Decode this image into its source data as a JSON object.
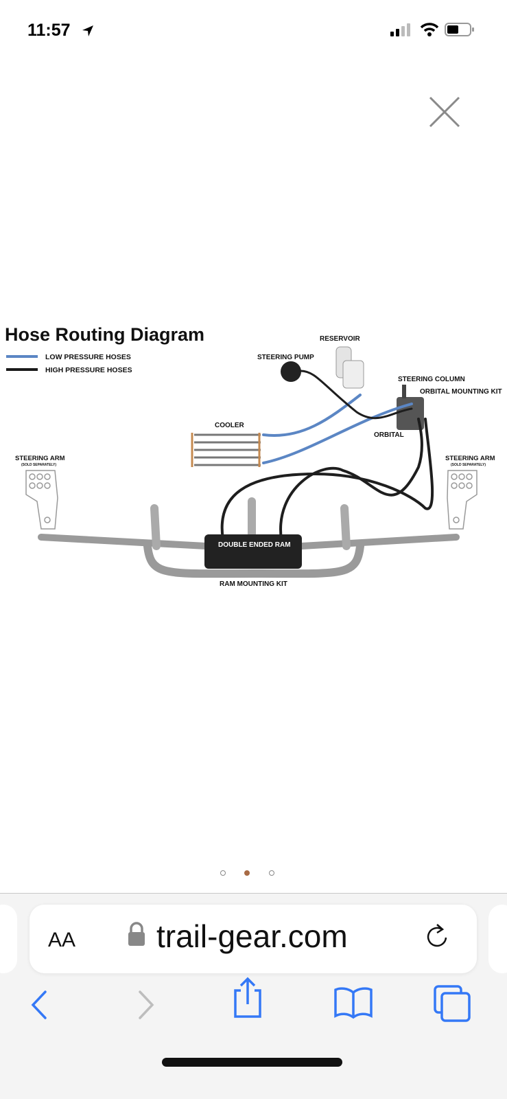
{
  "status_bar": {
    "time": "11:57",
    "icons": [
      "location-arrow-icon",
      "cellular-signal-icon",
      "wifi-icon",
      "battery-icon"
    ]
  },
  "viewer": {
    "close_icon": "close-icon",
    "page_count": 3,
    "current_page": 2,
    "active_dot_color": "#a86b45"
  },
  "diagram": {
    "title": "Hose Routing Diagram",
    "legend": [
      {
        "label": "LOW PRESSURE HOSES",
        "color": "#5b86c4"
      },
      {
        "label": "HIGH PRESSURE HOSES",
        "color": "#1a1a1a"
      }
    ],
    "labels": {
      "reservoir": "RESERVOIR",
      "steering_pump": "STEERING PUMP",
      "steering_column": "STEERING COLUMN",
      "orbital_mounting_kit": "ORBITAL MOUNTING KIT",
      "cooler": "COOLER",
      "orbital": "ORBITAL",
      "steering_arm_left": "STEERING ARM",
      "steering_arm_left_note": "(SOLD SEPARATELY)",
      "steering_arm_right": "STEERING ARM",
      "steering_arm_right_note": "(SOLD SEPARATELY)",
      "double_ended_ram": "DOUBLE ENDED RAM",
      "ram_mounting_kit": "RAM MOUNTING KIT"
    }
  },
  "browser": {
    "text_size_label": "AA",
    "url": "trail-gear.com",
    "accent_color": "#3478f6"
  }
}
